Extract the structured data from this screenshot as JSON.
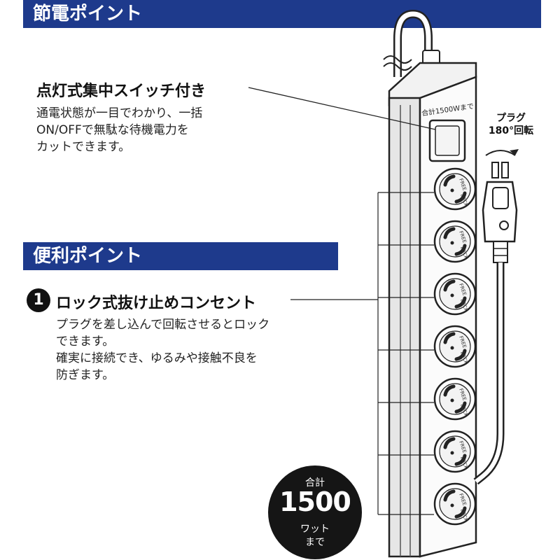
{
  "power_saving": {
    "banner": "節電ポイント",
    "heading": "点灯式集中スイッチ付き",
    "body_lines": [
      "通電状態が一目でわかり、一括",
      "ON/OFFで無駄な待機電力を",
      "カットできます。"
    ]
  },
  "convenience": {
    "banner": "便利ポイント",
    "number": "1",
    "heading": "ロック式抜け止めコンセント",
    "body_lines": [
      "プラグを差し込んで回転させるとロック",
      "できます。",
      "確実に接続でき、ゆるみや接触不良を",
      "防ぎます。"
    ]
  },
  "plug_rotation": {
    "line1": "プラグ",
    "line2": "180°回転"
  },
  "total_badge": {
    "line1": "合計",
    "value": "1500",
    "line3": "ワット",
    "line4": "まで"
  },
  "product": {
    "switch_label": "合計1500Wまで",
    "socket_labels": {
      "free": "FREE",
      "lock": "LOCK"
    },
    "outlet_count": 7
  },
  "colors": {
    "banner": "#1e3a8c",
    "badge": "#151515"
  }
}
